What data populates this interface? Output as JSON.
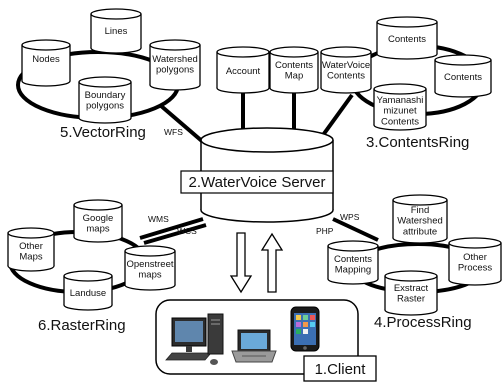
{
  "server": {
    "label": "2.WaterVoice Server"
  },
  "rings": {
    "vector": {
      "label": "5.VectorRing",
      "nodes": [
        "Nodes",
        "Lines",
        "Watershed\npolygons",
        "Boundary\npolygons"
      ]
    },
    "contents": {
      "label": "3.ContentsRing",
      "nodes": [
        "Contents",
        "WaterVoice\nContents",
        "Contents",
        "Yamanashi\nmizunet\nContents"
      ]
    },
    "raster": {
      "label": "6.RasterRing",
      "nodes": [
        "Other\nMaps",
        "Google\nmaps",
        "Openstreet\nmaps",
        "Landuse"
      ]
    },
    "process": {
      "label": "4.ProcessRing",
      "nodes": [
        "Find\nWatershed\nattribute",
        "Contents\nMapping",
        "Other\nProcess",
        "Exstract\nRaster"
      ]
    }
  },
  "top_nodes": [
    "Account",
    "Contents\nMap"
  ],
  "protocols": {
    "wfs": "WFS",
    "wms": "WMS",
    "wcs": "WCS",
    "wps": "WPS",
    "php": "PHP"
  },
  "client": {
    "label": "1.Client"
  }
}
